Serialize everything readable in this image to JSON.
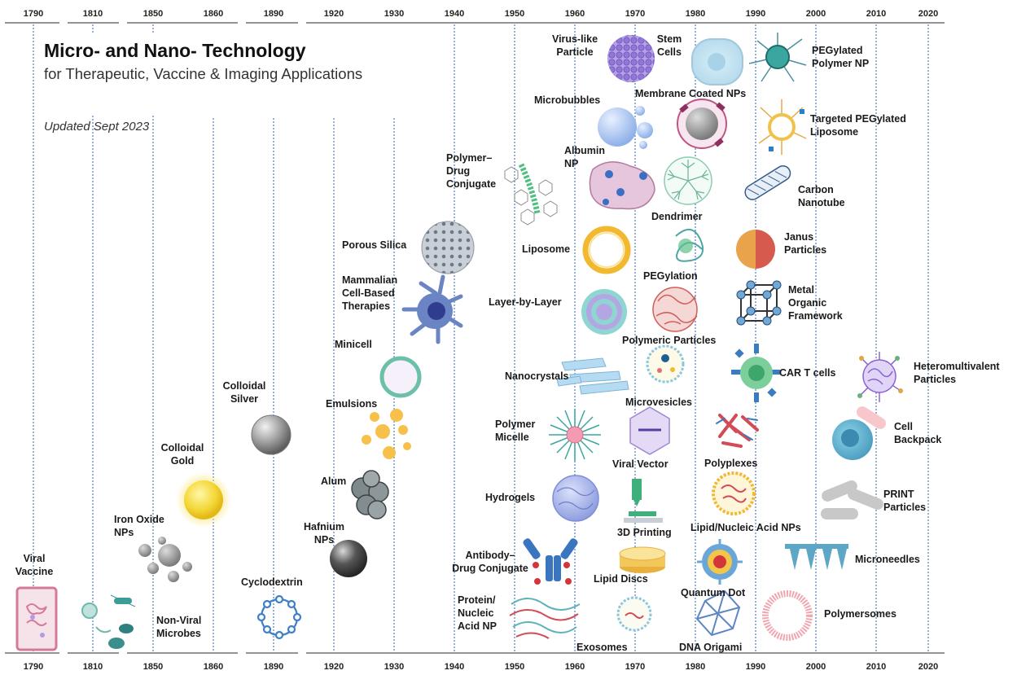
{
  "title": "Micro- and Nano- Technology",
  "subtitle": "for Therapeutic, Vaccine & Imaging Applications",
  "updated": "Updated Sept 2023",
  "years": [
    "1790",
    "1810",
    "1850",
    "1860",
    "1890",
    "1920",
    "1930",
    "1940",
    "1950",
    "1960",
    "1970",
    "1980",
    "1990",
    "2000",
    "2010",
    "2020"
  ],
  "labels": {
    "viral_vaccine": [
      "Viral",
      "Vaccine"
    ],
    "non_viral_microbes": [
      "Non-Viral",
      "Microbes"
    ],
    "iron_oxide": [
      "Iron Oxide",
      "NPs"
    ],
    "colloidal_gold": [
      "Colloidal",
      "Gold"
    ],
    "colloidal_silver": [
      "Colloidal",
      "Silver"
    ],
    "cyclodextrin": [
      "Cyclodextrin"
    ],
    "hafnium": [
      "Hafnium",
      "NPs"
    ],
    "alum": [
      "Alum"
    ],
    "emulsions": [
      "Emulsions"
    ],
    "minicell": [
      "Minicell"
    ],
    "mammalian": [
      "Mammalian",
      "Cell-Based",
      "Therapies"
    ],
    "porous_silica": [
      "Porous Silica"
    ],
    "polymer_drug": [
      "Polymer–",
      "Drug",
      "Conjugate"
    ],
    "virus_like": [
      "Virus-like",
      "Particle"
    ],
    "stem_cells": [
      "Stem",
      "Cells"
    ],
    "pegylated_polymer": [
      "PEGylated",
      "Polymer NP"
    ],
    "microbubbles": [
      "Microbubbles"
    ],
    "membrane_coated": [
      "Membrane  Coated NPs"
    ],
    "targeted_liposome": [
      "Targeted  PEGylated",
      "Liposome"
    ],
    "albumin": [
      "Albumin",
      "NP"
    ],
    "carbon_nanotube": [
      "Carbon",
      "Nanotube"
    ],
    "dendrimer": [
      "Dendrimer"
    ],
    "liposome": [
      "Liposome"
    ],
    "janus": [
      "Janus",
      "Particles"
    ],
    "pegylation": [
      "PEGylation"
    ],
    "layer_by_layer": [
      "Layer-by-Layer"
    ],
    "metal_organic": [
      "Metal",
      "Organic",
      "Framework"
    ],
    "polymeric_particles": [
      "Polymeric  Particles"
    ],
    "nanocrystals": [
      "Nanocrystals"
    ],
    "car_t": [
      "CAR T cells"
    ],
    "heteromultivalent": [
      "Heteromultivalent",
      "Particles"
    ],
    "microvesicles": [
      "Microvesicles"
    ],
    "polymer_micelle": [
      "Polymer",
      "Micelle"
    ],
    "viral_vector": [
      "Viral Vector"
    ],
    "polyplexes": [
      "Polyplexes"
    ],
    "cell_backpack": [
      "Cell",
      "Backpack"
    ],
    "hydrogels": [
      "Hydrogels"
    ],
    "printing_3d": [
      "3D Printing"
    ],
    "lipid_nucleic": [
      "Lipid/Nucleic  Acid NPs"
    ],
    "print_particles": [
      "PRINT",
      "Particles"
    ],
    "antibody_drug": [
      "Antibody–",
      "Drug Conjugate"
    ],
    "lipid_discs": [
      "Lipid Discs"
    ],
    "microneedles": [
      "Microneedles"
    ],
    "quantum_dot": [
      "Quantum  Dot"
    ],
    "protein_nucleic": [
      "Protein/",
      "Nucleic",
      "Acid NP"
    ],
    "polymersomes": [
      "Polymersomes"
    ],
    "exosomes": [
      "Exosomes"
    ],
    "dna_origami": [
      "DNA Origami"
    ]
  },
  "colors": {
    "guide_line": "#5a86c8",
    "axis": "#555555",
    "gold": "#f3d634",
    "purple": "#8a6ed0",
    "blue": "#4f7fc0",
    "teal": "#4ea7a0",
    "orange": "#e6a84a"
  }
}
